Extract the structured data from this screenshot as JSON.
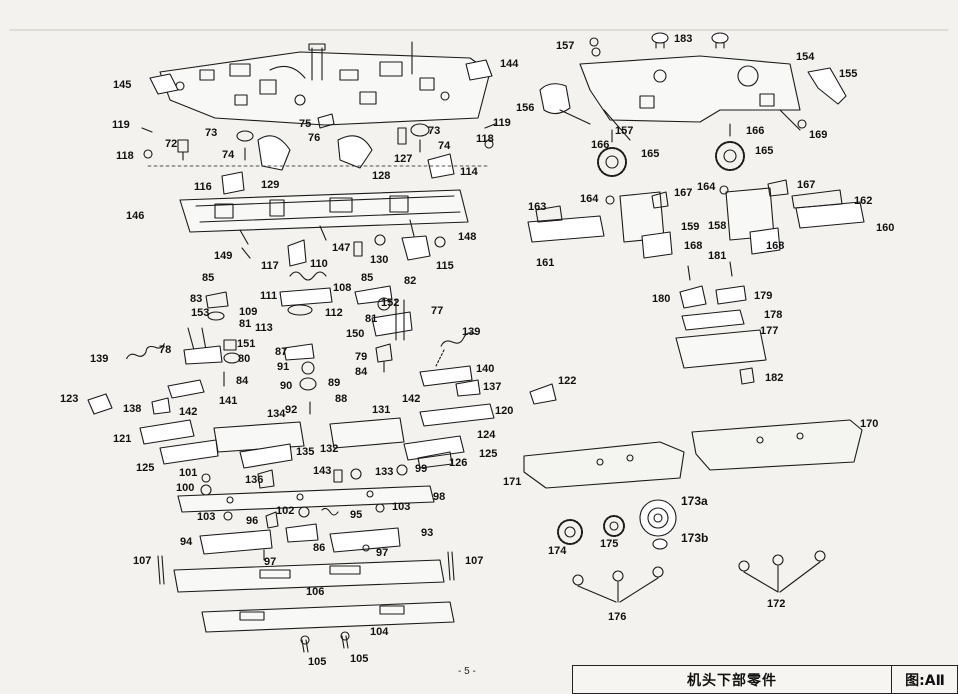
{
  "diagram": {
    "part_numbers": [
      "72",
      "73",
      "73",
      "74",
      "74",
      "75",
      "76",
      "77",
      "78",
      "79",
      "80",
      "81",
      "81",
      "82",
      "83",
      "84",
      "84",
      "85",
      "85",
      "86",
      "87",
      "88",
      "89",
      "90",
      "91",
      "92",
      "93",
      "94",
      "95",
      "96",
      "97",
      "97",
      "98",
      "99",
      "100",
      "101",
      "102",
      "103",
      "103",
      "104",
      "105",
      "105",
      "106",
      "107",
      "107",
      "108",
      "109",
      "110",
      "111",
      "112",
      "113",
      "114",
      "115",
      "116",
      "117",
      "118",
      "118",
      "119",
      "119",
      "120",
      "121",
      "122",
      "123",
      "124",
      "125",
      "125",
      "126",
      "127",
      "128",
      "129",
      "130",
      "131",
      "132",
      "133",
      "134",
      "135",
      "136",
      "137",
      "138",
      "139",
      "139",
      "140",
      "141",
      "142",
      "142",
      "143",
      "144",
      "145",
      "146",
      "147",
      "148",
      "149",
      "150",
      "151",
      "152",
      "153",
      "154",
      "155",
      "156",
      "157",
      "157",
      "158",
      "159",
      "160",
      "161",
      "162",
      "163",
      "164",
      "164",
      "165",
      "165",
      "166",
      "166",
      "167",
      "167",
      "168",
      "168",
      "169",
      "170",
      "171",
      "172",
      "173a",
      "173b",
      "174",
      "175",
      "176",
      "177",
      "178",
      "179",
      "180",
      "181",
      "182",
      "183"
    ]
  },
  "footer": {
    "page_number": "- 5 -",
    "title": "机头下部零件",
    "figure_code": "图:AⅡ"
  }
}
